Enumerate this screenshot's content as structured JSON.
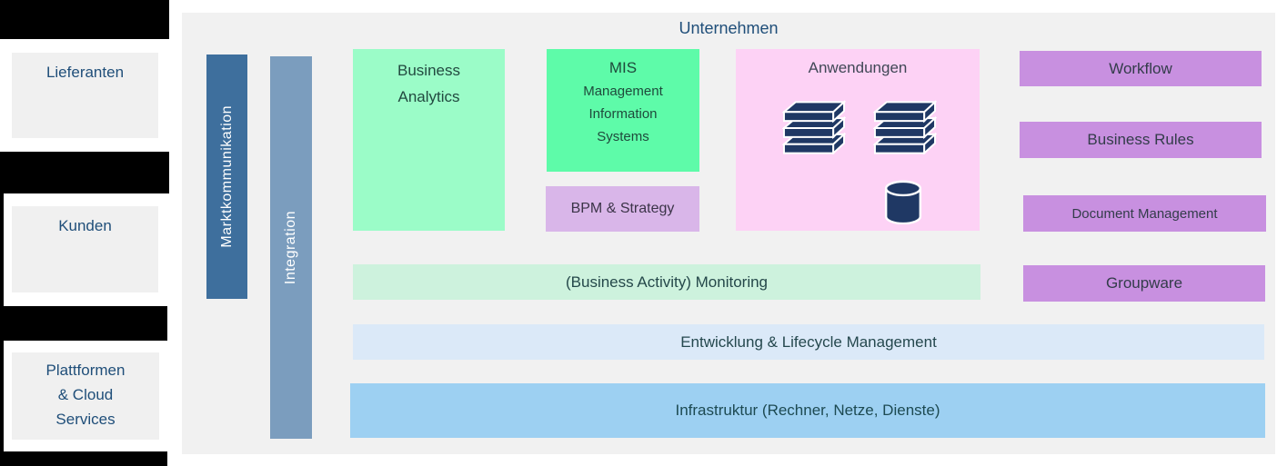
{
  "left_rail": {
    "suppliers": {
      "label": "Lieferanten"
    },
    "customers": {
      "label": "Kunden"
    },
    "platforms": {
      "lines": [
        "Plattformen",
        "& Cloud",
        "Services"
      ]
    }
  },
  "enterprise": {
    "title": "Unternehmen",
    "vertical_bars": {
      "market_communication": "Marktkommunikation",
      "integration": "Integration"
    },
    "boxes": {
      "business_analytics": {
        "lines": [
          "Business",
          "Analytics"
        ]
      },
      "mis": {
        "title": "MIS",
        "lines": [
          "Management",
          "Information",
          "Systems"
        ]
      },
      "bpm": {
        "label": "BPM & Strategy"
      },
      "applications": {
        "title": "Anwendungen",
        "icons": [
          "server-stack",
          "server-stack",
          "database-cylinder"
        ]
      },
      "workflow": {
        "label": "Workflow"
      },
      "business_rules": {
        "label": "Business Rules"
      },
      "document_management": {
        "label": "Document Management"
      },
      "groupware": {
        "label": "Groupware"
      }
    },
    "layers": {
      "monitoring": "(Business Activity) Monitoring",
      "development": "Entwicklung & Lifecycle Management",
      "infrastructure": "Infrastruktur (Rechner, Netze, Dienste)"
    }
  },
  "colors": {
    "black_rail": "#000000",
    "panel_background": "#f1f1f1",
    "left_box_background": "#f0f0f0",
    "heading_blue": "#1f4e79",
    "market_communication_bar": "#3e6f9d",
    "integration_bar": "#7b9dbe",
    "business_analytics": "#9bfcc8",
    "mis": "#5efba9",
    "bpm": "#d9b6e9",
    "applications": "#fdd2f5",
    "purple_boxes": "#c890e0",
    "monitoring_bar": "#cdf2dd",
    "development_bar": "#dbe9f8",
    "infrastructure_bar": "#9dd0f2",
    "icon_navy": "#1f3864"
  }
}
